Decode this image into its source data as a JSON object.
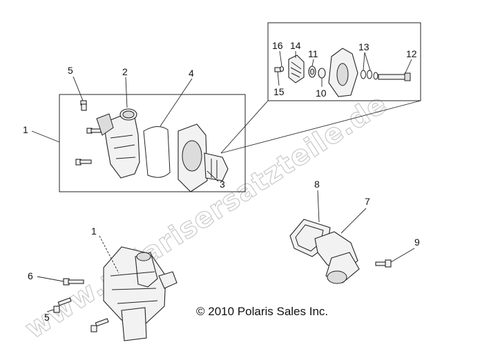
{
  "callouts": {
    "c1a": "1",
    "c2": "2",
    "c3": "3",
    "c4": "4",
    "c5a": "5",
    "c16": "16",
    "c14": "14",
    "c11": "11",
    "c13": "13",
    "c12": "12",
    "c15": "15",
    "c10": "10",
    "c8": "8",
    "c7": "7",
    "c9": "9",
    "c1b": "1",
    "c6": "6",
    "c5b": "5"
  },
  "copyright": "© 2010 Polaris Sales Inc.",
  "watermark": "www.polarisersatzteile.de"
}
